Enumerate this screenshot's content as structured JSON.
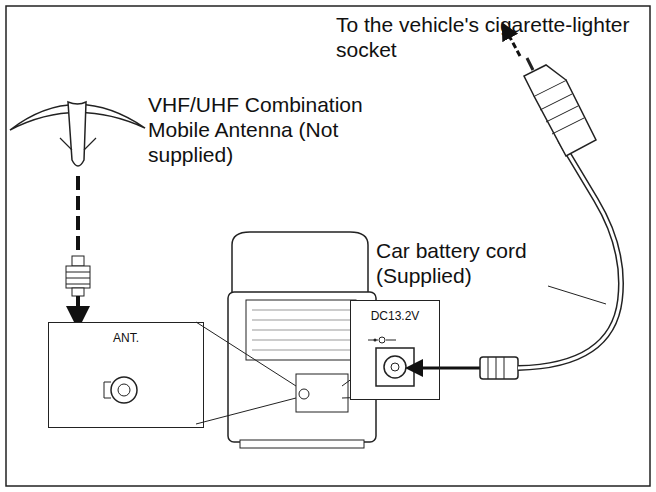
{
  "diagram": {
    "nodes": [
      {
        "text": [
          "ANT."
        ]
      },
      {
        "text": [
          "DC13.2V"
        ]
      }
    ],
    "labels": [
      "To the vehicle's cigarette-lighter socket",
      "VHF/UHF Combination Mobile Antenna (Not supplied)",
      "Car battery cord (Supplied)"
    ]
  }
}
